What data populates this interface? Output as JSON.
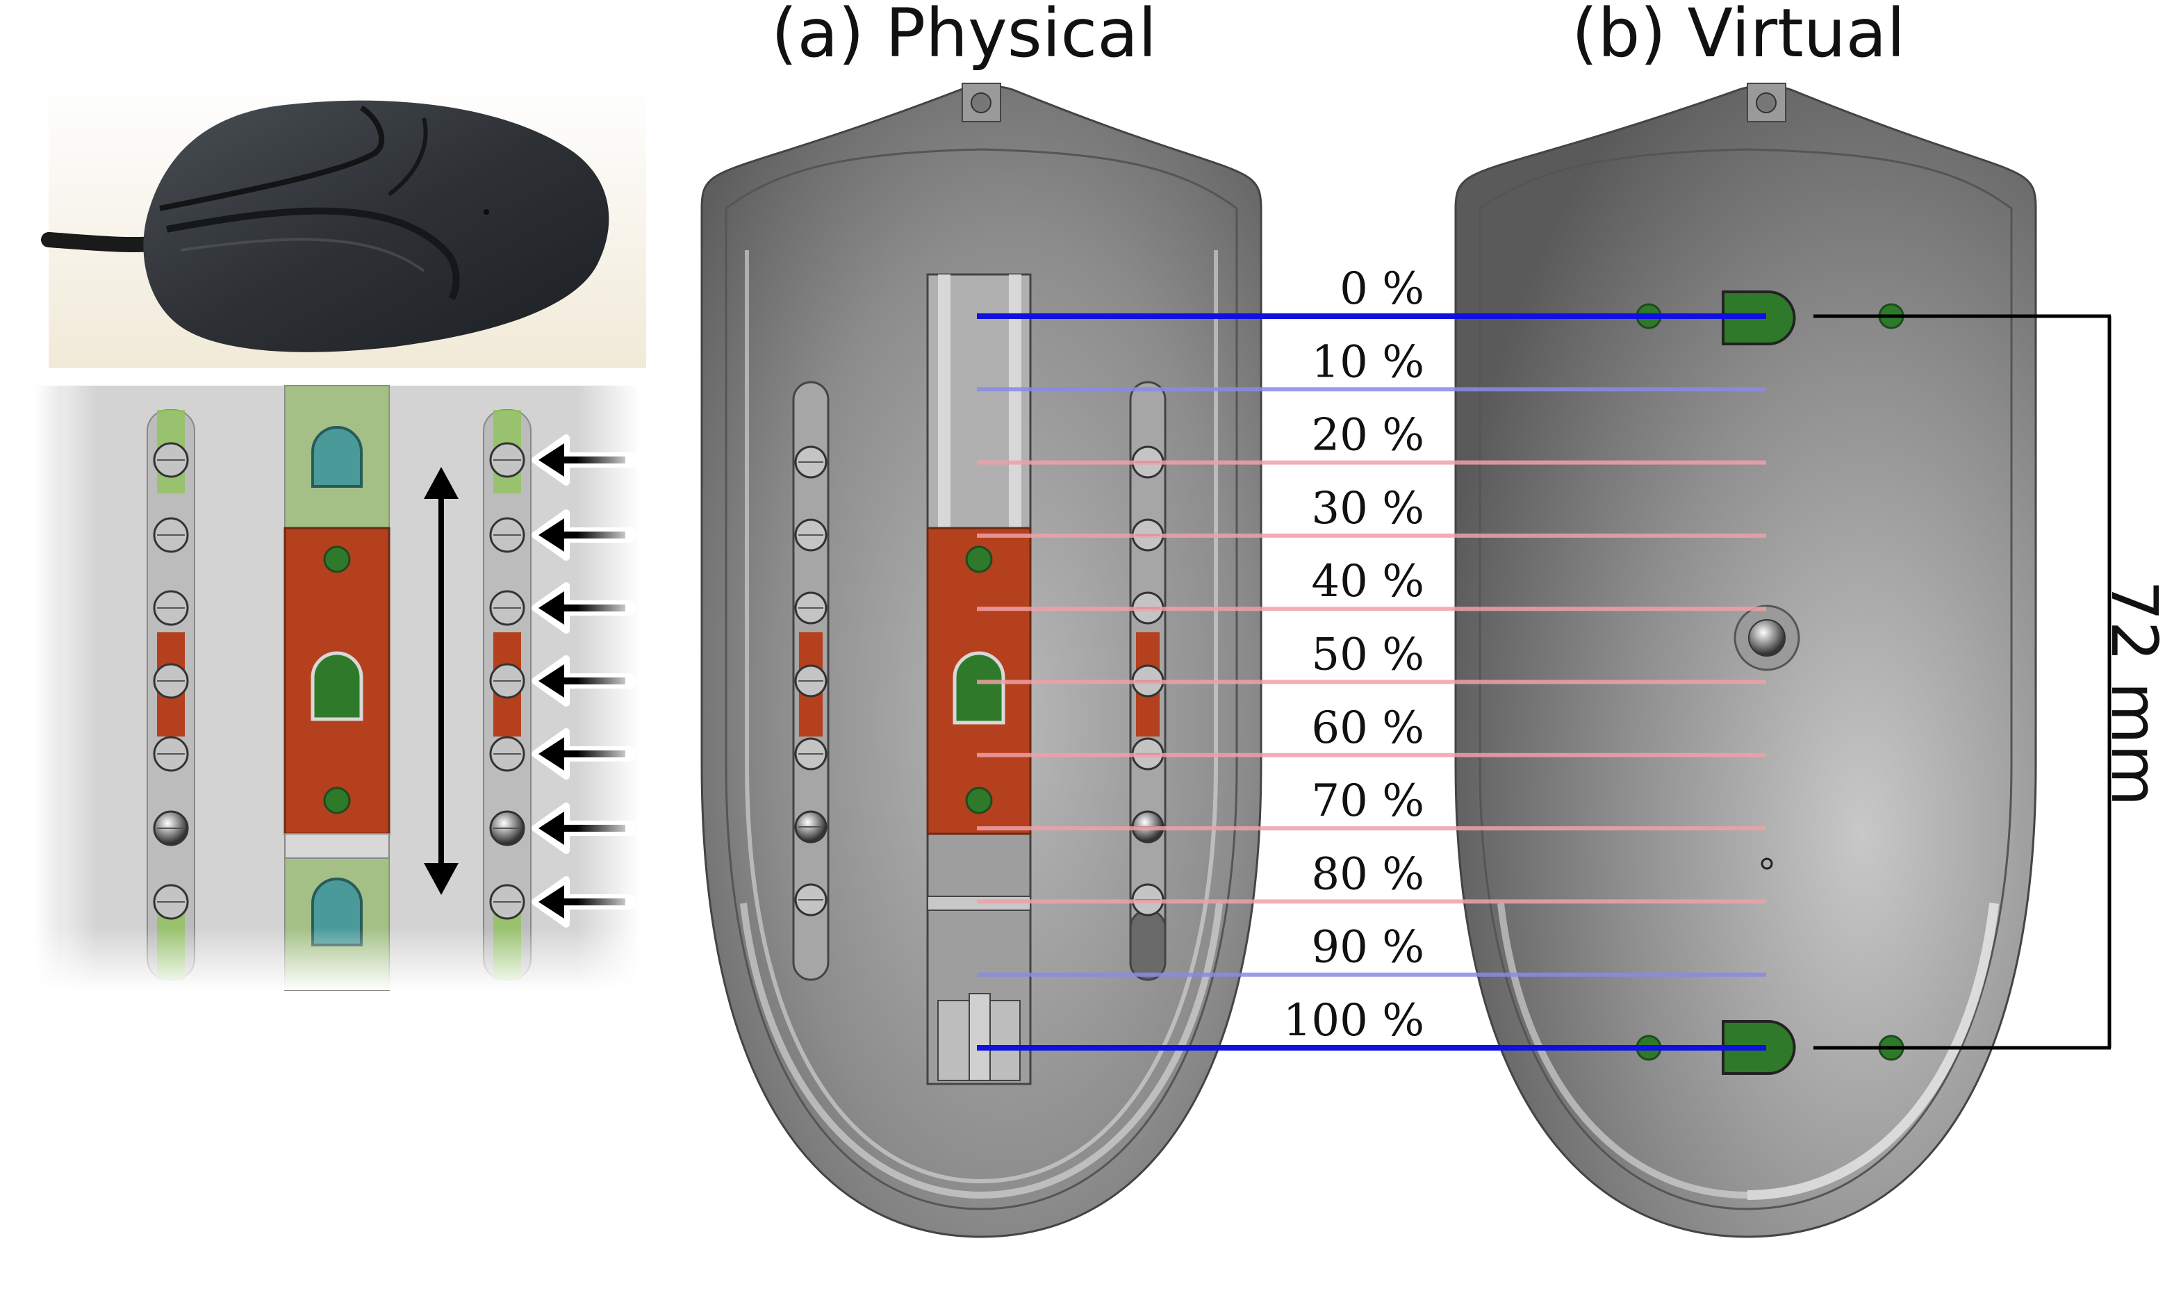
{
  "captions": {
    "physical": "(a) Physical",
    "virtual": "(b) Virtual"
  },
  "percent_levels": [
    {
      "label": "0 %",
      "value": 0,
      "color": "#1010e0",
      "strong": true
    },
    {
      "label": "10 %",
      "value": 10,
      "color": "#8a8ae8",
      "strong": false
    },
    {
      "label": "20 %",
      "value": 20,
      "color": "#f0a0a8",
      "strong": false
    },
    {
      "label": "30 %",
      "value": 30,
      "color": "#f0a0a8",
      "strong": false
    },
    {
      "label": "40 %",
      "value": 40,
      "color": "#f0a0a8",
      "strong": false
    },
    {
      "label": "50 %",
      "value": 50,
      "color": "#f0a0a8",
      "strong": false
    },
    {
      "label": "60 %",
      "value": 60,
      "color": "#f0a0a8",
      "strong": false
    },
    {
      "label": "70 %",
      "value": 70,
      "color": "#f0a0a8",
      "strong": false
    },
    {
      "label": "80 %",
      "value": 80,
      "color": "#f0a0a8",
      "strong": false
    },
    {
      "label": "90 %",
      "value": 90,
      "color": "#8a8ae8",
      "strong": false
    },
    {
      "label": "100 %",
      "value": 100,
      "color": "#1010e0",
      "strong": true
    }
  ],
  "dimension_label": "72 mm",
  "colors": {
    "shell": "#7c7c7c",
    "shell_light": "#a8a8a8",
    "slider": "#b5401e",
    "sensor": "#2f7a2a",
    "detent_green": "#8fc35a"
  },
  "icons": {
    "photo": "mouse-photo",
    "detail": "detent-detail",
    "arrows": "left-arrow-icon"
  }
}
